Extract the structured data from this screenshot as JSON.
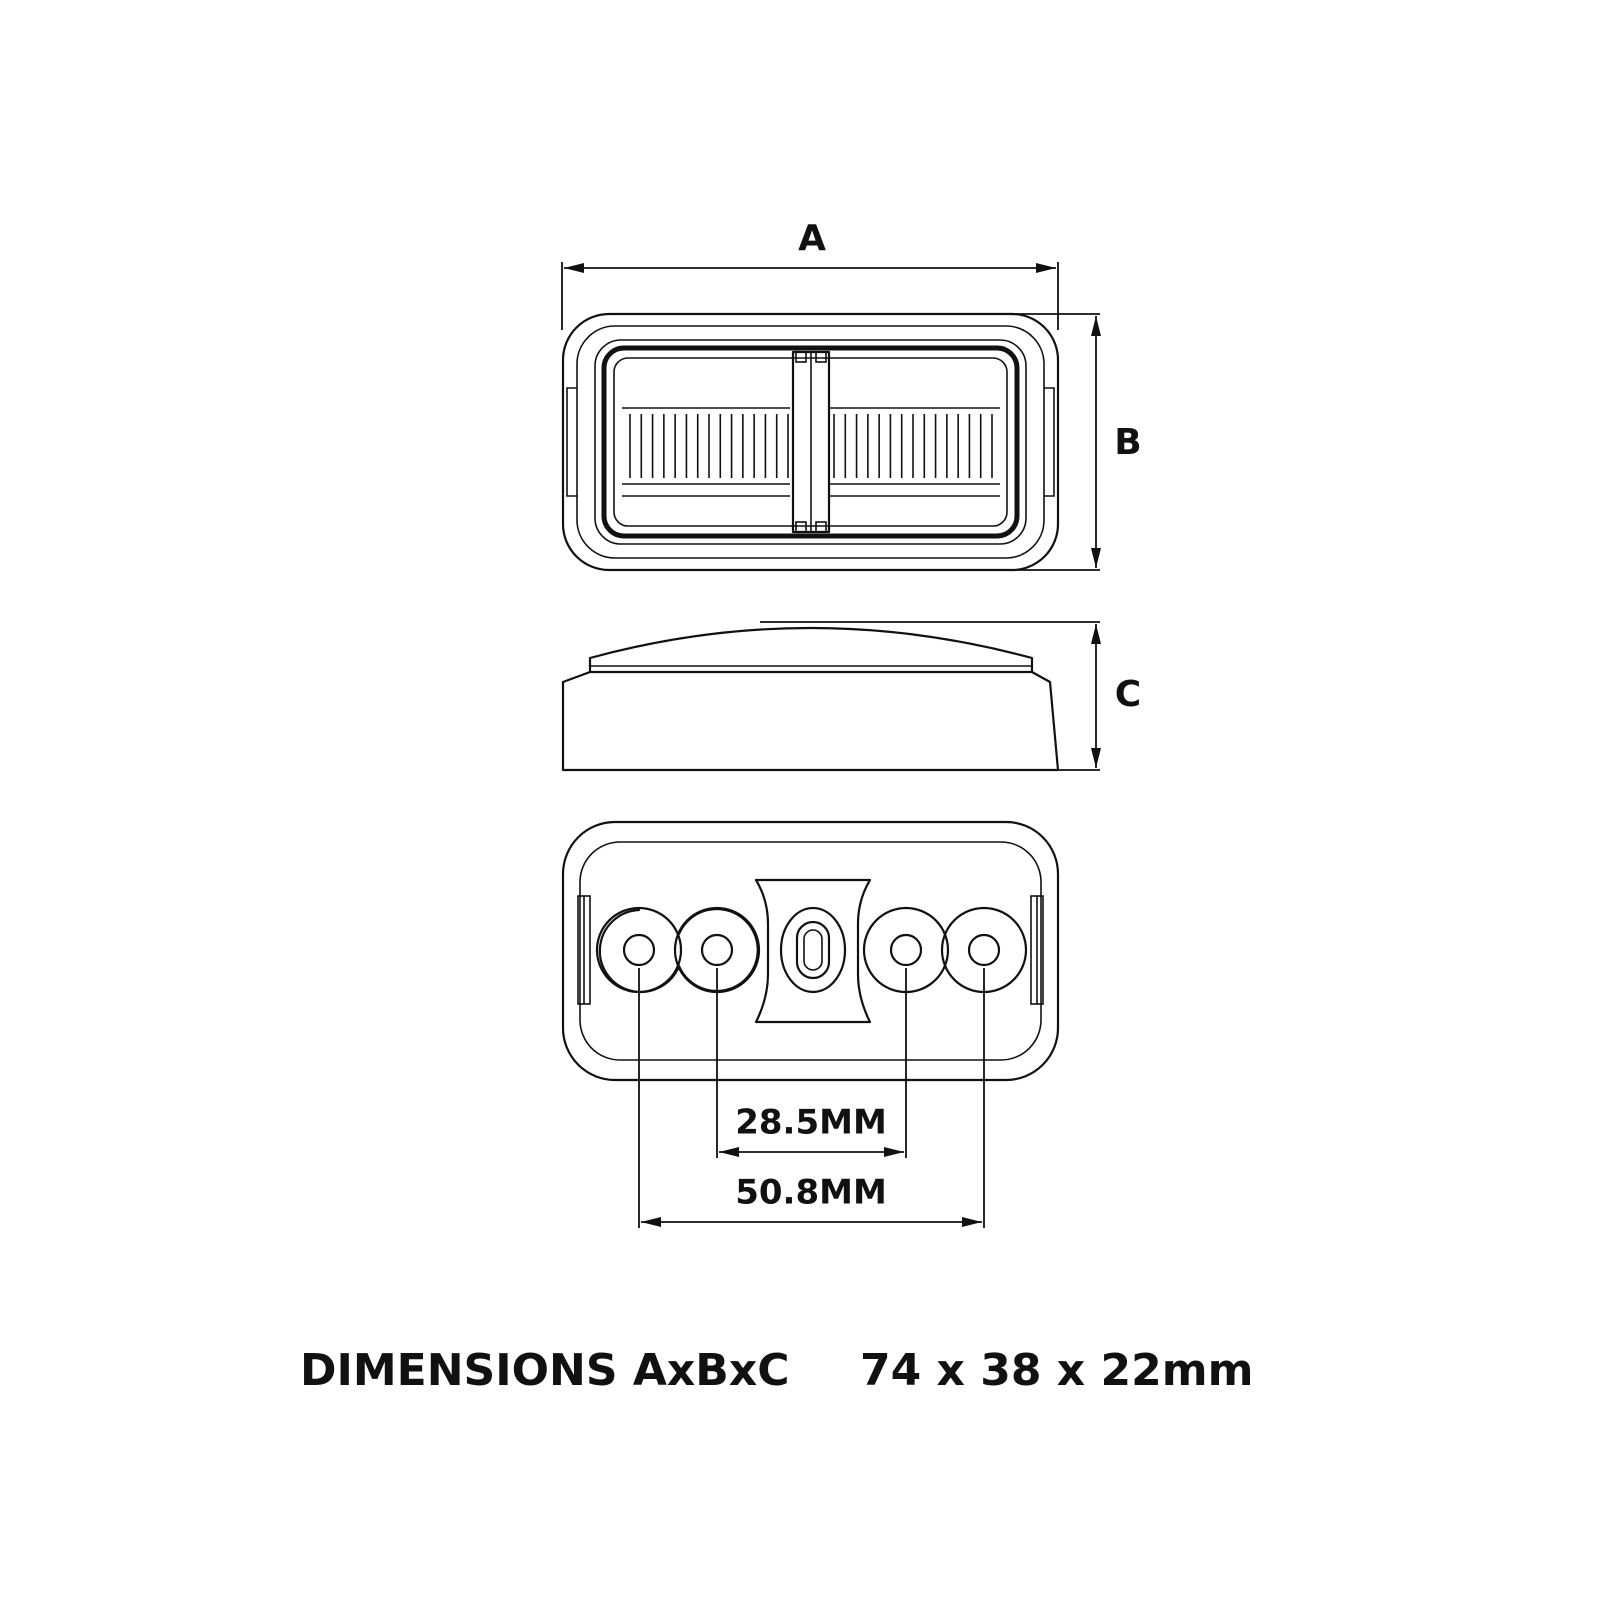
{
  "dimension_labels": {
    "a": "A",
    "b": "B",
    "c": "C"
  },
  "spacing": {
    "inner": "28.5MM",
    "outer": "50.8MM"
  },
  "caption": {
    "label": "DIMENSIONS AxBxC",
    "value": "74 x 38 x 22mm"
  }
}
